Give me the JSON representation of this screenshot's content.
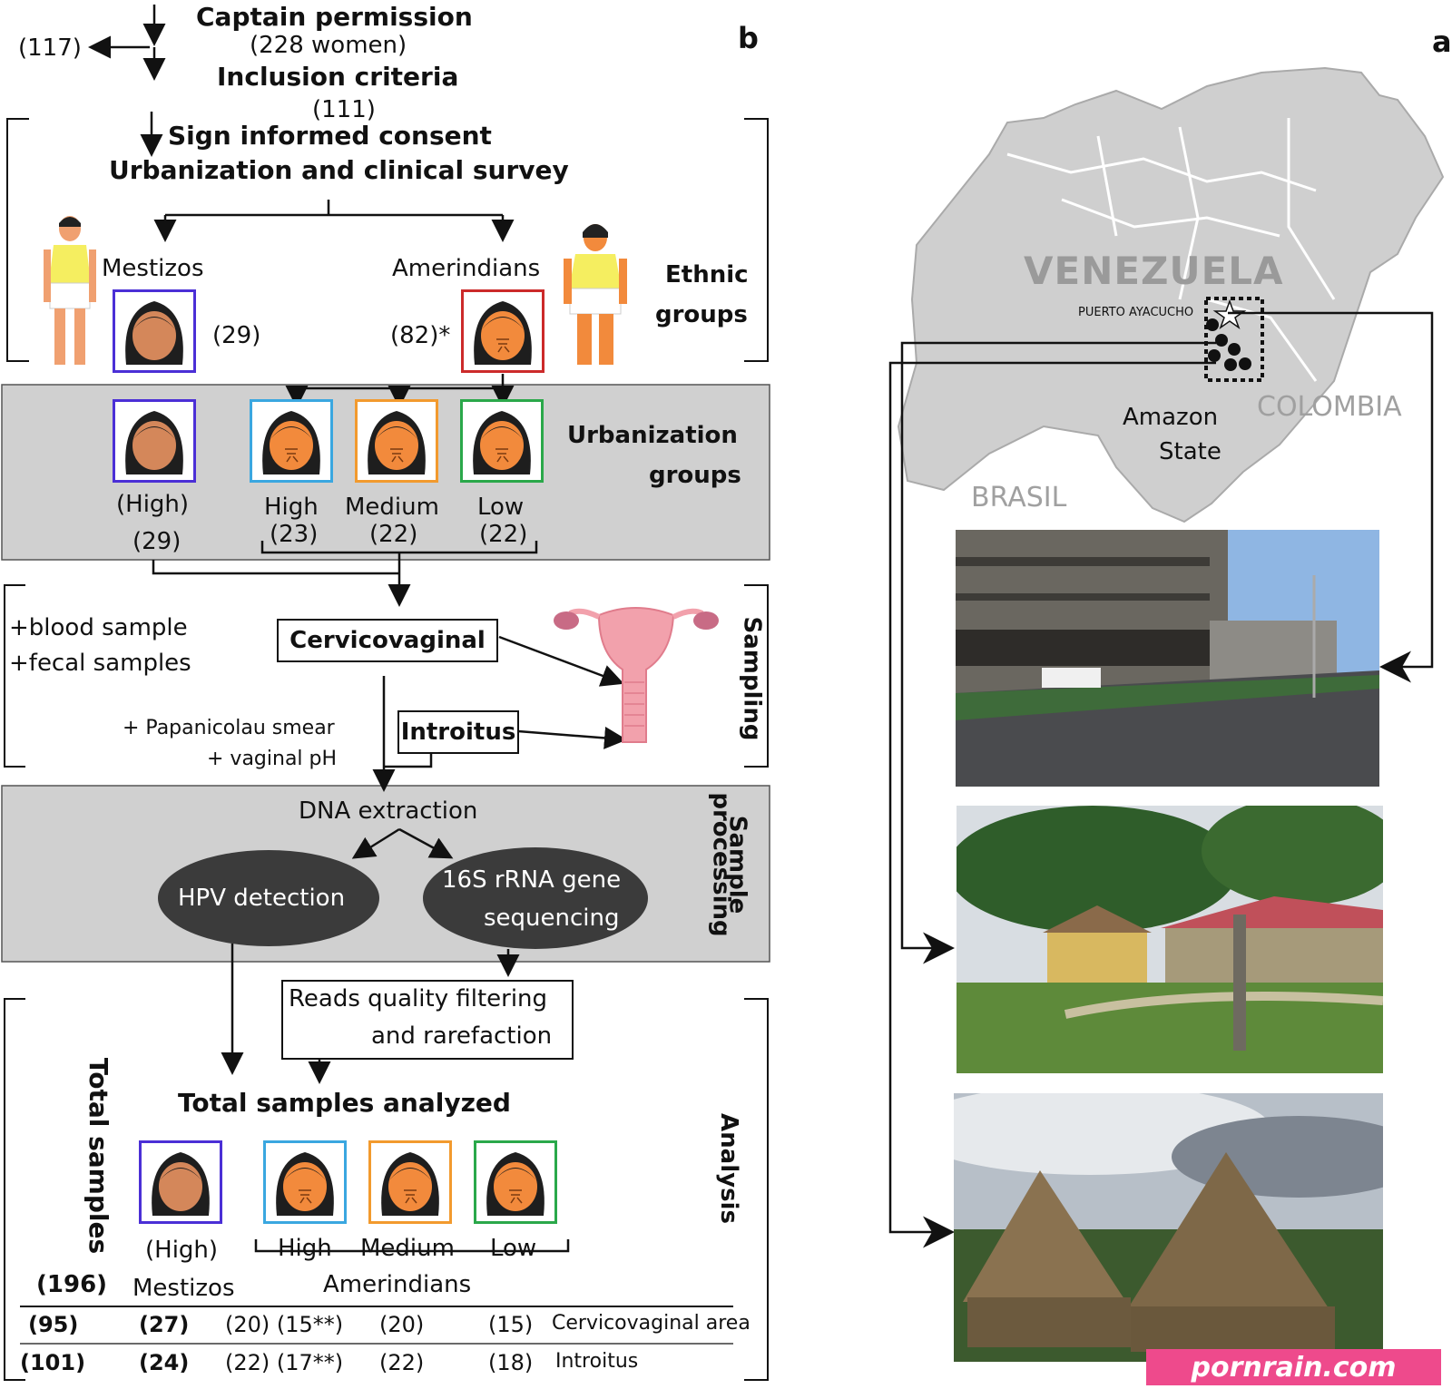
{
  "panel_labels": {
    "a": "a",
    "b": "b"
  },
  "flow": {
    "captain": "Captain permission",
    "captain_count": "(228 women)",
    "excluded": "(117)",
    "inclusion": "Inclusion criteria",
    "inclusion_count": "(111)",
    "consent": "Sign informed consent",
    "survey": "Urbanization and clinical survey"
  },
  "ethnic": {
    "label": [
      "Ethnic",
      "groups"
    ],
    "amerindians": "Amerindians",
    "amerindians_count": "(82)*",
    "mestizos": "Mestizos",
    "mestizos_count": "(29)"
  },
  "urbanization": {
    "label": [
      "Urbanization",
      "groups"
    ],
    "low": "Low",
    "low_count": "(22)",
    "medium": "Medium",
    "medium_count": "(22)",
    "high": "High",
    "high_count": "(23)",
    "mestizo": "(High)",
    "mestizo_count": "(29)"
  },
  "sampling": {
    "label": "Sampling",
    "blood": "+blood sample",
    "fecal": "+fecal samples",
    "cervicovaginal": "Cervicovaginal",
    "introitus": "Introitus",
    "pap": "+ Papanicolau smear",
    "ph": "+ vaginal pH"
  },
  "processing": {
    "label": [
      "Sample",
      "processing"
    ],
    "dna": "DNA extraction",
    "rrna": [
      "16S rRNA gene",
      "sequencing"
    ],
    "hpv": "HPV detection",
    "reads": [
      "Reads quality filtering",
      "and rarefaction"
    ]
  },
  "analysis": {
    "label": "Analysis",
    "total_analyzed": "Total samples analyzed",
    "low": "Low",
    "medium": "Medium",
    "high": "High",
    "mestizo": "(High)",
    "amerindians": "Amerindians",
    "mestizos": "Mestizos",
    "total_label": "Total samples",
    "total": "(196)",
    "rows": [
      {
        "name": "Cervicovaginal area",
        "low": "(15)",
        "medium": "(20)",
        "high": "(20) (15**)",
        "mestizo": "(27)",
        "total": "(95)"
      },
      {
        "name": "Introitus",
        "low": "(18)",
        "medium": "(22)",
        "high": "(22) (17**)",
        "mestizo": "(24)",
        "total": "(101)"
      }
    ]
  },
  "map": {
    "country": "VENEZUELA",
    "city": "PUERTO AYACUCHO",
    "colombia": "COLOMBIA",
    "brasil": "BRASIL",
    "state": [
      "Amazon",
      "State"
    ]
  },
  "colors": {
    "low": "#2aa84a",
    "medium": "#f29a2e",
    "high": "#3aa7e0",
    "mestizo": "#4b2fd6",
    "amerindian_top": "#cc2a2a",
    "grey": "#d0d0d0"
  },
  "watermark": "pornrain.com"
}
